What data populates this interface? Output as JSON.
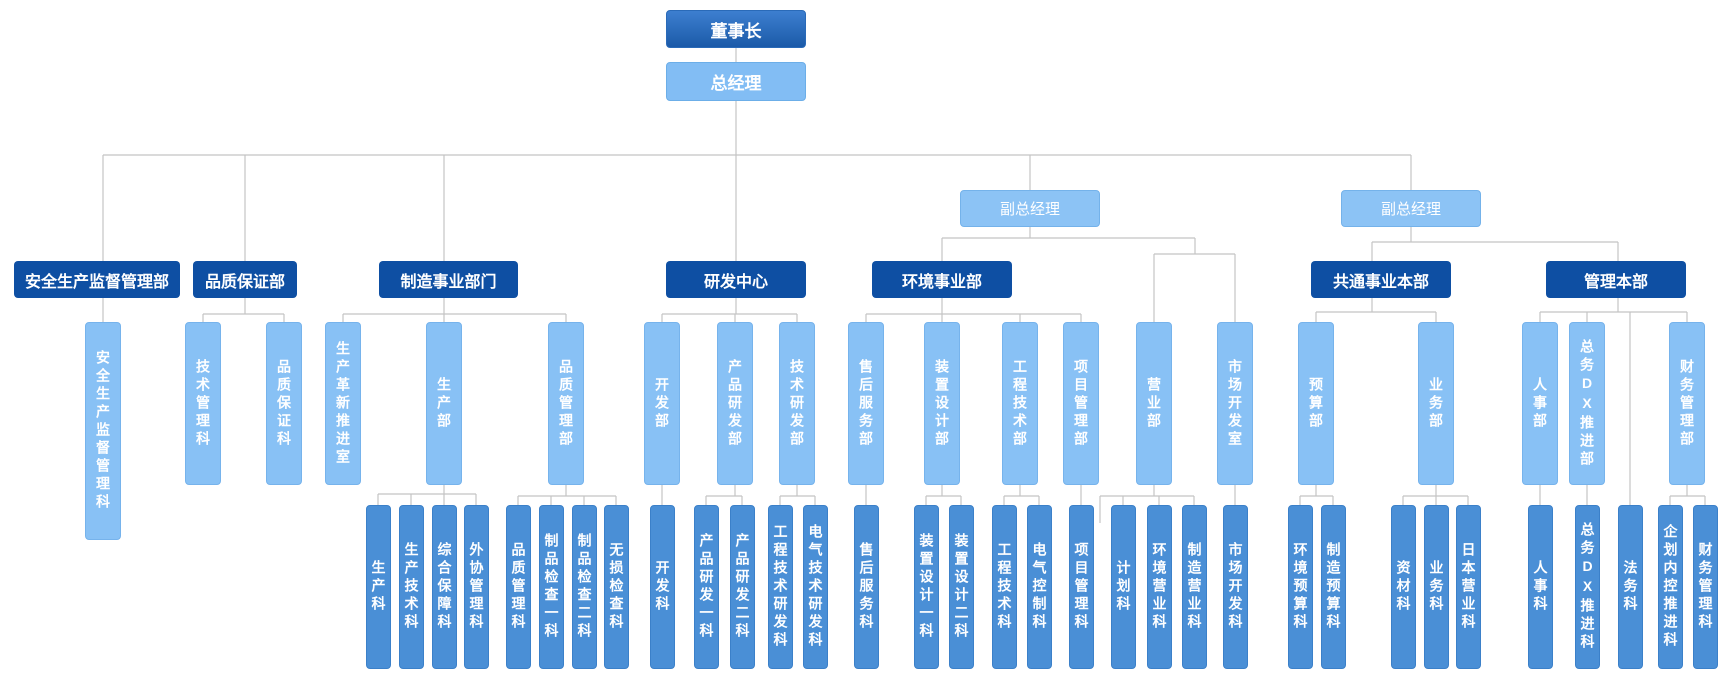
{
  "org_chart": {
    "chairman": "董事长",
    "general_manager": "总经理",
    "vice_gm_1": "副总经理",
    "vice_gm_2": "副总经理",
    "departments": {
      "safety": "安全生产监督管理部",
      "quality": "品质保证部",
      "manufacturing": "制造事业部门",
      "rnd": "研发中心",
      "environment": "环境事业部",
      "common": "共通事业本部",
      "management": "管理本部"
    },
    "level2": {
      "safety_sub": "安全生产监督管理科",
      "tech_mgmt": "技术管理科",
      "quality_assure": "品质保证科",
      "production_reform": "生产革新推进室",
      "production_dept": "生产部",
      "quality_mgmt_dept": "品质管理部",
      "dev_dept": "开发部",
      "product_dev_dept": "产品研发部",
      "tech_dev_dept": "技术研发部",
      "after_sales_dept": "售后服务部",
      "equipment_design_dept": "装置设计部",
      "engineering_tech_dept": "工程技术部",
      "project_mgmt_dept": "项目管理部",
      "sales_dept": "营业部",
      "market_dev_room": "市场开发室",
      "budget_dept": "预算部",
      "business_dept": "业务部",
      "hr_dept": "人事部",
      "general_dx_dept": "总务DX推进部",
      "finance_dept": "财务管理部"
    },
    "level3": {
      "production_sec": "生产科",
      "production_tech_sec": "生产技术科",
      "comprehensive_sec": "综合保障科",
      "outsourcing_sec": "外协管理科",
      "quality_mgmt_sec": "品质管理科",
      "inspection1_sec": "制品检查一科",
      "inspection2_sec": "制品检查二科",
      "ndt_sec": "无损检查科",
      "dev_sec": "开发科",
      "product_dev1_sec": "产品研发一科",
      "product_dev2_sec": "产品研发二科",
      "eng_tech_rd_sec": "工程技术研发科",
      "elec_tech_rd_sec": "电气技术研发科",
      "after_sales_sec": "售后服务科",
      "equip_design1_sec": "装置设计一科",
      "equip_design2_sec": "装置设计二科",
      "eng_tech_sec": "工程技术科",
      "elec_control_sec": "电气控制科",
      "project_mgmt_sec": "项目管理科",
      "plan_sec": "计划科",
      "env_sales_sec": "环境营业科",
      "mfg_sales_sec": "制造营业科",
      "market_dev_sec": "市场开发科",
      "env_budget_sec": "环境预算科",
      "mfg_budget_sec": "制造预算科",
      "materials_sec": "资材科",
      "business_sec": "业务科",
      "japan_sales_sec": "日本营业科",
      "hr_sec": "人事科",
      "general_dx_sec": "总务DX推进科",
      "legal_sec": "法务科",
      "internal_control_sec": "企划内控推进科",
      "finance_sec": "财务管理科"
    }
  }
}
